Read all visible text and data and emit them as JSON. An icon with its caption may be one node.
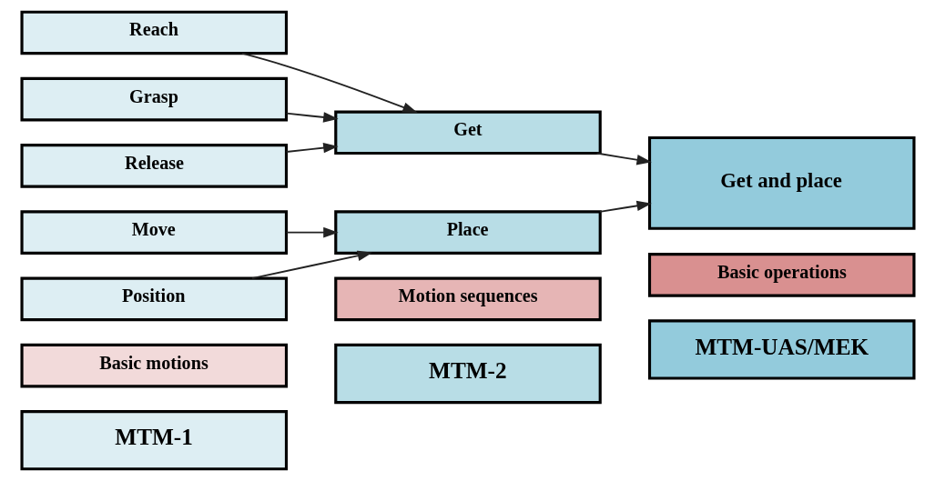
{
  "diagram": {
    "nodes": [
      {
        "text": [
          "MTM-1"
        ]
      },
      {
        "text": [
          "MTM-2"
        ]
      },
      {
        "text": [
          "MTM-UAS/MEK"
        ]
      },
      {
        "text": [
          "Basic motions"
        ]
      },
      {
        "text": [
          "Motion sequences"
        ]
      },
      {
        "text": [
          "Basic operations"
        ]
      },
      {
        "text": [
          "Reach"
        ]
      },
      {
        "text": [
          "Grasp"
        ]
      },
      {
        "text": [
          "Move"
        ]
      },
      {
        "text": [
          "Position"
        ]
      },
      {
        "text": [
          "Release"
        ]
      },
      {
        "text": [
          "Get"
        ]
      },
      {
        "text": [
          "Place"
        ]
      },
      {
        "text": [
          "Get and place"
        ]
      }
    ],
    "edges": [
      {
        "from": 6,
        "to": 11,
        "arrow": "to"
      },
      {
        "from": 7,
        "to": 11,
        "arrow": "to"
      },
      {
        "from": 8,
        "to": 12,
        "arrow": "to"
      },
      {
        "from": 9,
        "to": 12,
        "arrow": "to"
      },
      {
        "from": 10,
        "to": 11,
        "arrow": "to"
      },
      {
        "from": 11,
        "to": 13,
        "arrow": "to"
      },
      {
        "from": 12,
        "to": 13,
        "arrow": "to"
      }
    ]
  }
}
